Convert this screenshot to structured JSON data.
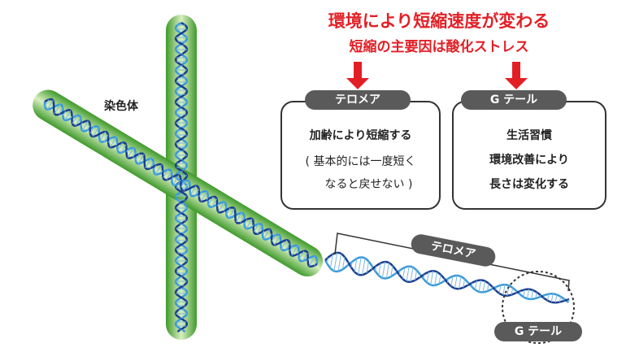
{
  "chromosome_label": "染色体",
  "headline": "環境により短縮速度が変わる",
  "subheadline": "短縮の主要因は酸化ストレス",
  "telomere_box": {
    "title": "テロメア",
    "line1": "加齢により短縮する",
    "line2": "( 基本的には一度短く",
    "line3": "なると戻せない )"
  },
  "gtail_box": {
    "title": "G テール",
    "line1": "生活習慣",
    "line2": "環境改善により",
    "line3": "長さは変化する"
  },
  "bracket_label": "テロメア",
  "gtail_label": "G テール",
  "colors": {
    "accent_red": "#e31f26",
    "pill_gray": "#5a5a5a",
    "chromosome_green": "#5fb43a",
    "dna_blue": "#1f6fb5"
  }
}
